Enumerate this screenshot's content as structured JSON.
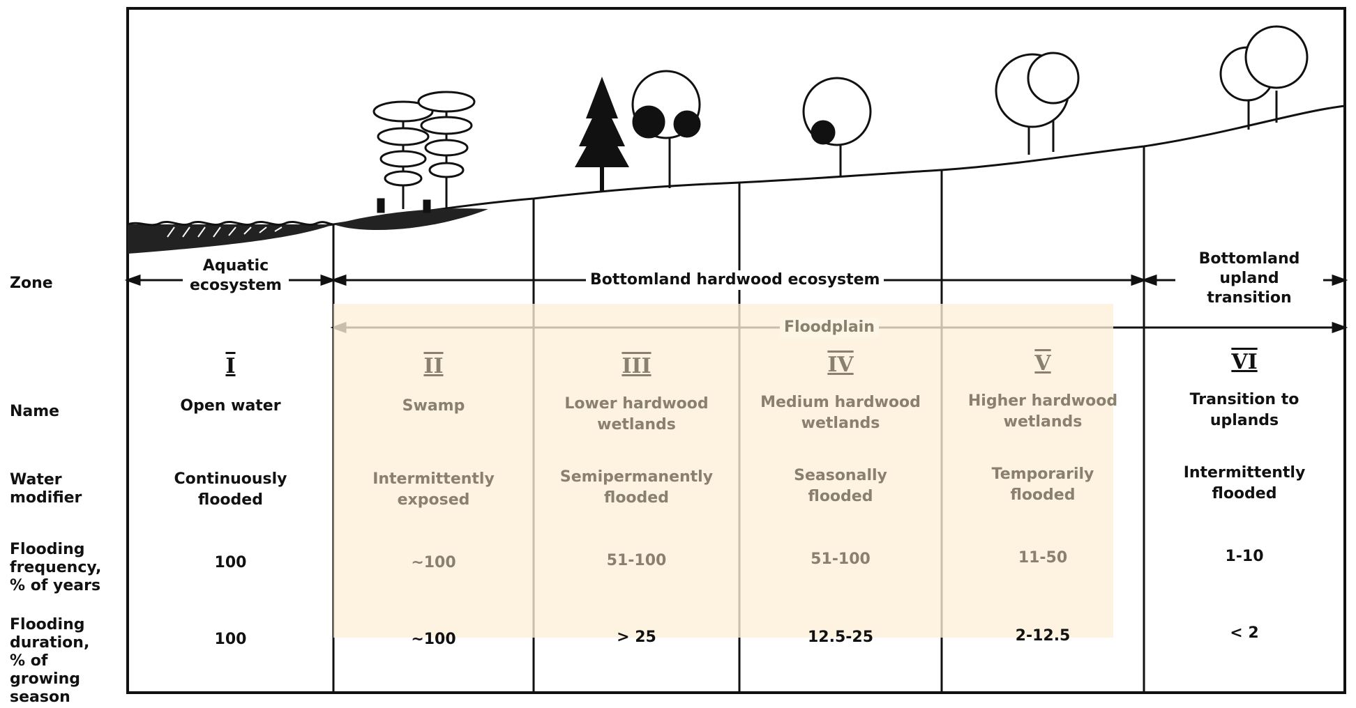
{
  "row_labels": {
    "zone": "Zone",
    "name": "Name",
    "water_modifier": "Water\nmodifier",
    "flooding_frequency": "Flooding\nfrequency,\n% of years",
    "flooding_duration": "Flooding\nduration,\n% of\ngrowing\nseason"
  },
  "spans": {
    "aquatic": "Aquatic\necosystem",
    "bottomland": "Bottomland hardwood ecosystem",
    "transition": "Bottomland\nupland transition",
    "floodplain": "Floodplain"
  },
  "zones": [
    {
      "roman": "I",
      "name": "Open water",
      "modifier": "Continuously\nflooded",
      "frequency": "100",
      "duration": "100"
    },
    {
      "roman": "II",
      "name": "Swamp",
      "modifier": "Intermittently\nexposed",
      "frequency": "~100",
      "duration": "~100"
    },
    {
      "roman": "III",
      "name": "Lower hardwood\nwetlands",
      "modifier": "Semipermanently\nflooded",
      "frequency": "51-100",
      "duration": "> 25"
    },
    {
      "roman": "IV",
      "name": "Medium hardwood\nwetlands",
      "modifier": "Seasonally\nflooded",
      "frequency": "51-100",
      "duration": "12.5-25"
    },
    {
      "roman": "V",
      "name": "Higher hardwood\nwetlands",
      "modifier": "Temporarily\nflooded",
      "frequency": "11-50",
      "duration": "2-12.5"
    },
    {
      "roman": "VI",
      "name": "Transition to\nuplands",
      "modifier": "Intermittently\nflooded",
      "frequency": "1-10",
      "duration": "< 2"
    }
  ]
}
